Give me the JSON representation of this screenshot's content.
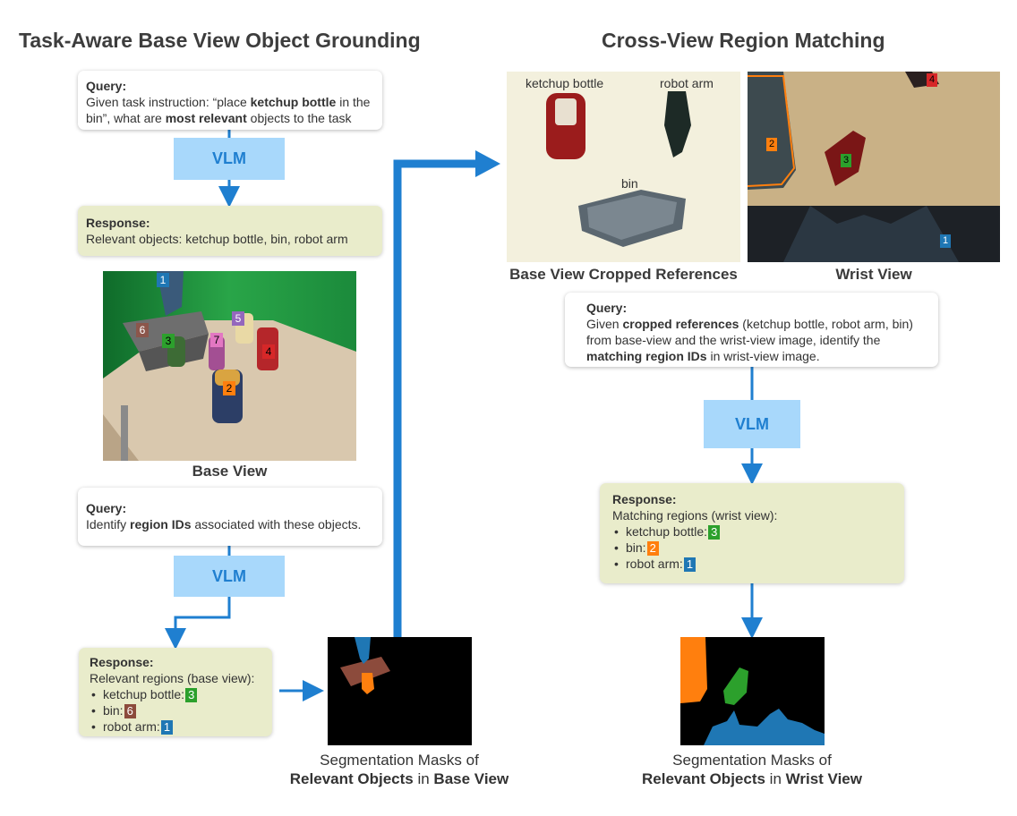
{
  "left": {
    "title": "Task-Aware Base View Object Grounding",
    "query1": {
      "heading": "Query:",
      "t1": "Given task instruction: “place ",
      "b1": "ketchup bottle",
      "t2": " in the bin”, what are ",
      "b2": "most relevant",
      "t3": " objects to the task"
    },
    "vlm1": "VLM",
    "response1": {
      "heading": "Response:",
      "text": "Relevant objects: ketchup bottle, bin, robot arm"
    },
    "base_view_caption": "Base View",
    "query2": {
      "heading": "Query:",
      "t1": "Identify ",
      "b1": "region IDs",
      "t2": " associated with these objects."
    },
    "vlm2": "VLM",
    "response2": {
      "heading": "Response:",
      "intro": "Relevant regions (base view):",
      "items": [
        {
          "label": "ketchup bottle:",
          "id": "3",
          "color": "#2ca02c"
        },
        {
          "label": "bin:",
          "id": "6",
          "color": "#8c4b3c"
        },
        {
          "label": "robot arm:",
          "id": "1",
          "color": "#1f77b4"
        }
      ]
    },
    "seg_caption": {
      "line1": "Segmentation Masks of",
      "b1": "Relevant Objects",
      "mid": " in ",
      "b2": "Base View"
    }
  },
  "right": {
    "title": "Cross-View Region Matching",
    "ref_labels": {
      "ketchup": "ketchup bottle",
      "arm": "robot arm",
      "bin": "bin"
    },
    "ref_caption": "Base View Cropped References",
    "wrist_caption": "Wrist View",
    "query": {
      "heading": "Query:",
      "t1": "Given ",
      "b1": "cropped references",
      "t2": " (ketchup bottle, robot arm, bin) from base-view and the wrist-view image, identify the ",
      "b2": "matching region IDs",
      "t3": " in wrist-view image."
    },
    "vlm": "VLM",
    "response": {
      "heading": "Response:",
      "intro": "Matching regions (wrist view):",
      "items": [
        {
          "label": "ketchup bottle:",
          "id": "3",
          "color": "#2ca02c"
        },
        {
          "label": "bin:",
          "id": "2",
          "color": "#ff7f0e"
        },
        {
          "label": "robot arm:",
          "id": "1",
          "color": "#1f77b4"
        }
      ]
    },
    "seg_caption": {
      "line1": "Segmentation Masks of",
      "b1": "Relevant Objects",
      "mid": " in ",
      "b2": "Wrist View"
    }
  },
  "base_view_ids": [
    "1",
    "2",
    "3",
    "4",
    "5",
    "6",
    "7"
  ],
  "wrist_view_ids": [
    "1",
    "2",
    "3",
    "4"
  ],
  "colors": {
    "arrow": "#1f7fd0",
    "vlm_bg": "#a8d8fb",
    "response_bg": "#e9eccb"
  }
}
